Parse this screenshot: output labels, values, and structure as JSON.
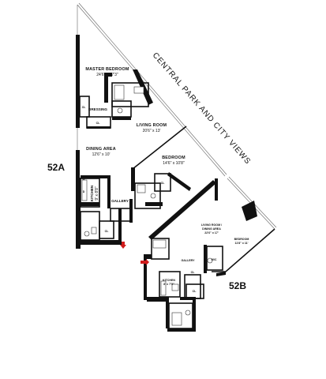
{
  "plan_labels": {
    "master_bedroom": "MASTER BEDROOM",
    "master_bedroom_dim": "24'6\" x 17'3\"",
    "dressing": "DRESSING",
    "cl_1": "CL",
    "cl_2": "CL",
    "living_room": "LIVING ROOM",
    "living_room_dim": "20'6\" x 13'",
    "dining_area": "DINING AREA",
    "dining_area_dim": "12'6\" x 10'",
    "bedroom": "BEDROOM",
    "bedroom_dim": "14'6\" x 10'8\"",
    "cl_3": "CL",
    "kitchen": "KITCHEN",
    "kitchen_dim": "9' x 8'8\"",
    "gallery_a": "GALLERY",
    "cl_4": "CL",
    "w": "W",
    "d": "D",
    "unit_a": "52A",
    "views": "CENTRAL PARK AND CITY VIEWS",
    "living_dining_b": "LIVING ROOM /",
    "living_dining_b_2": "DINING AREA",
    "living_dining_b_dim": "22'6\" x 17'",
    "bedroom_b": "BEDROOM",
    "bedroom_b_dim": "11'8\" x 11'",
    "gallery_b": "GALLERY",
    "kitchen_b": "KITCHEN",
    "kitchen_b_dim": "8' x 7'5\"",
    "wic": "W/C",
    "cl_b1": "CL",
    "cl_b2": "CL",
    "unit_b": "52B"
  },
  "colors": {
    "walls": "#111111",
    "entry_arrow": "#d01c1c"
  }
}
